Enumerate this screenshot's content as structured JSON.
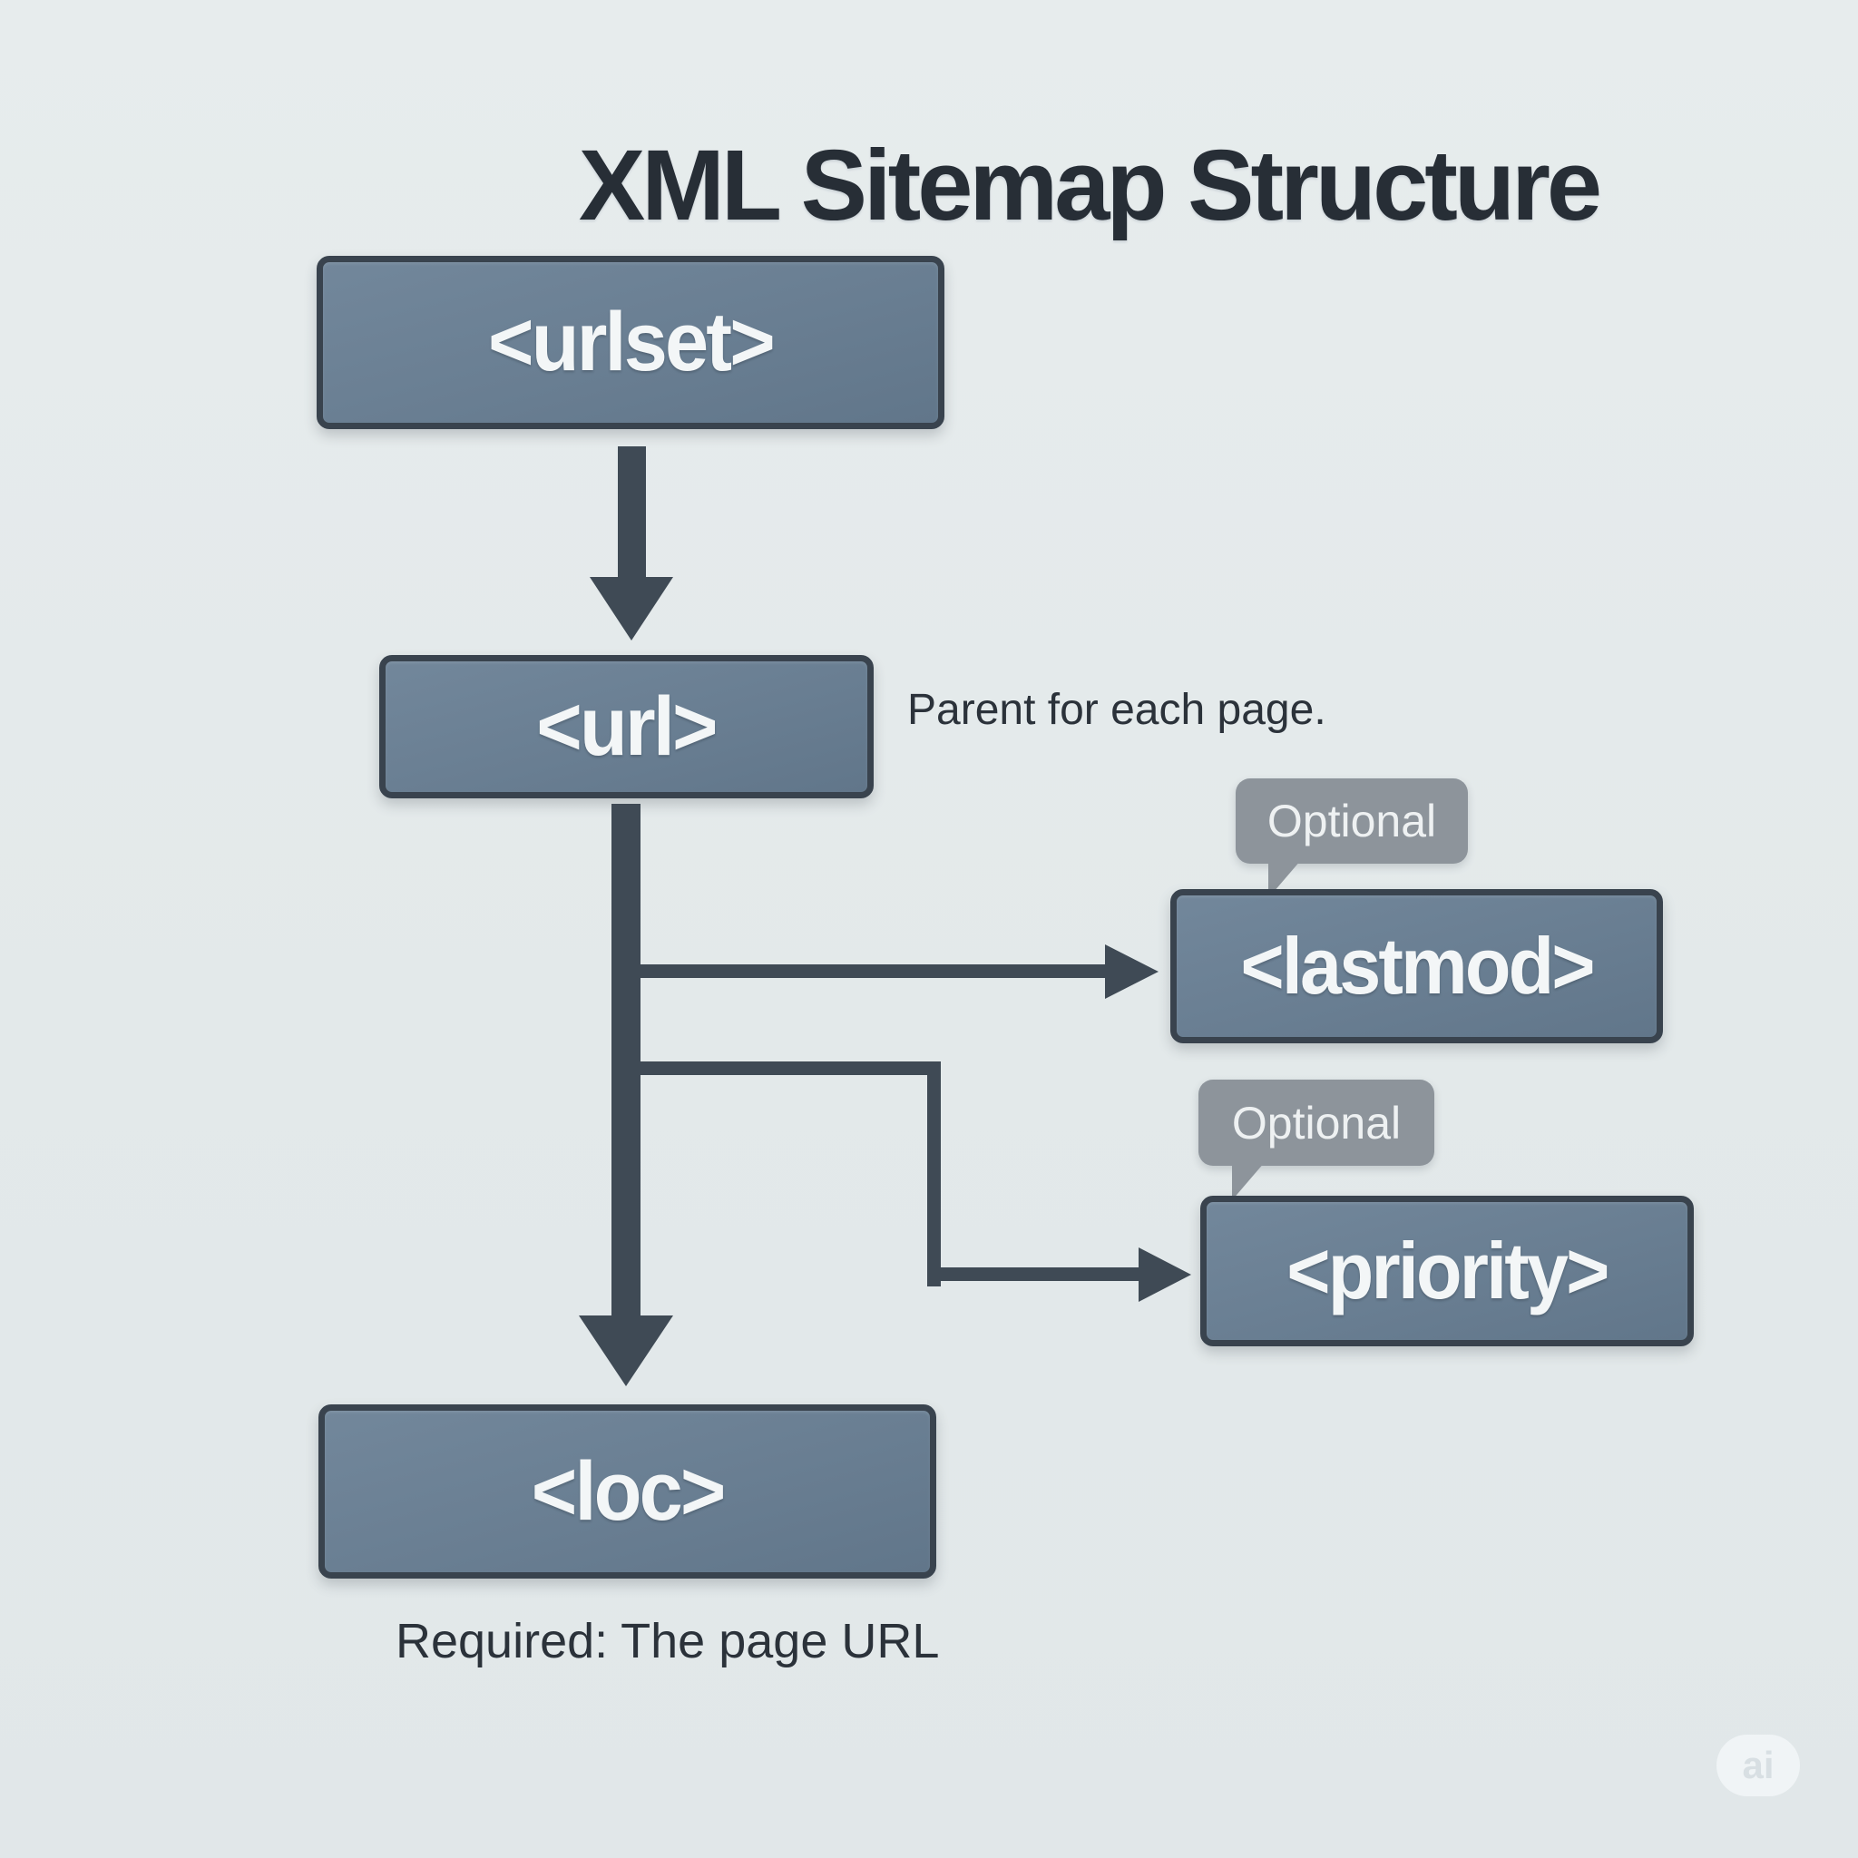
{
  "title": "XML Sitemap Structure",
  "nodes": {
    "urlset": {
      "label": "<urlset>"
    },
    "url": {
      "label": "<url>",
      "note": "Parent for each page."
    },
    "lastmod": {
      "label": "<lastmod>",
      "badge": "Optional"
    },
    "priority": {
      "label": "<priority>",
      "badge": "Optional"
    },
    "loc": {
      "label": "<loc>",
      "note": "Required: The page URL"
    }
  },
  "edges": [
    {
      "from": "urlset",
      "to": "url"
    },
    {
      "from": "url",
      "to": "lastmod"
    },
    {
      "from": "url",
      "to": "priority"
    },
    {
      "from": "url",
      "to": "loc"
    }
  ],
  "watermark": {
    "label": "ai"
  },
  "colors": {
    "background": "#e4e9ea",
    "node_fill": "#697e92",
    "node_border": "#39434e",
    "node_text": "#f3f6f7",
    "connector": "#3f4a55",
    "heading_text": "#272e36",
    "annotation_text": "#2b323a",
    "badge_fill": "#8d949b",
    "badge_text": "#eef1f2"
  }
}
